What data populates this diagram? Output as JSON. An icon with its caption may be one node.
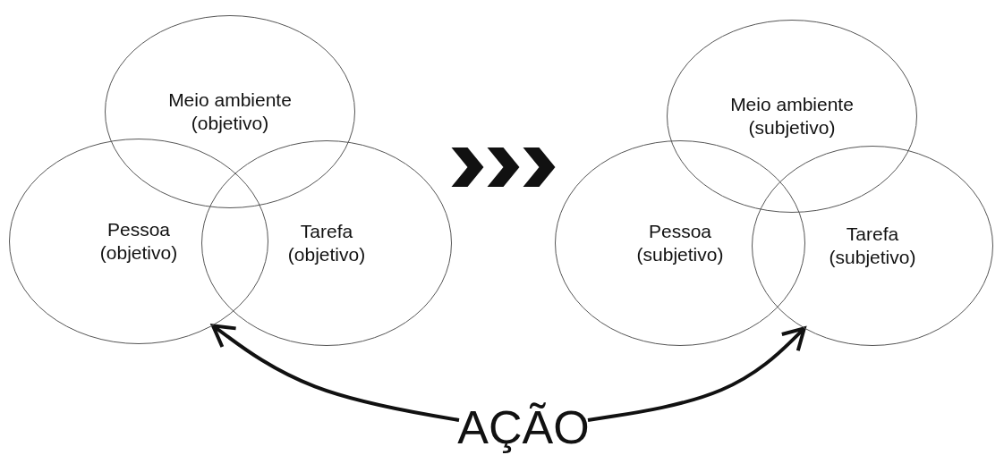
{
  "diagram": {
    "nodes": [
      {
        "text": [
          "Meio ambiente (objetivo)"
        ]
      },
      {
        "text": [
          "Pessoa (objetivo)"
        ]
      },
      {
        "text": [
          "Tarefa (objetivo)"
        ]
      },
      {
        "text": [
          "Meio ambiente (subjetivo)"
        ]
      },
      {
        "text": [
          "Pessoa (subjetivo)"
        ]
      },
      {
        "text": [
          "Tarefa (subjetivo)"
        ]
      },
      {
        "text": [
          "AÇÃO"
        ]
      }
    ],
    "edges": [
      {
        "from": 2,
        "to": 4,
        "arrow": "to",
        "style": "thick"
      },
      {
        "from": 6,
        "to": 1,
        "arrow": "to"
      },
      {
        "from": 6,
        "to": 5,
        "arrow": "to"
      }
    ]
  }
}
